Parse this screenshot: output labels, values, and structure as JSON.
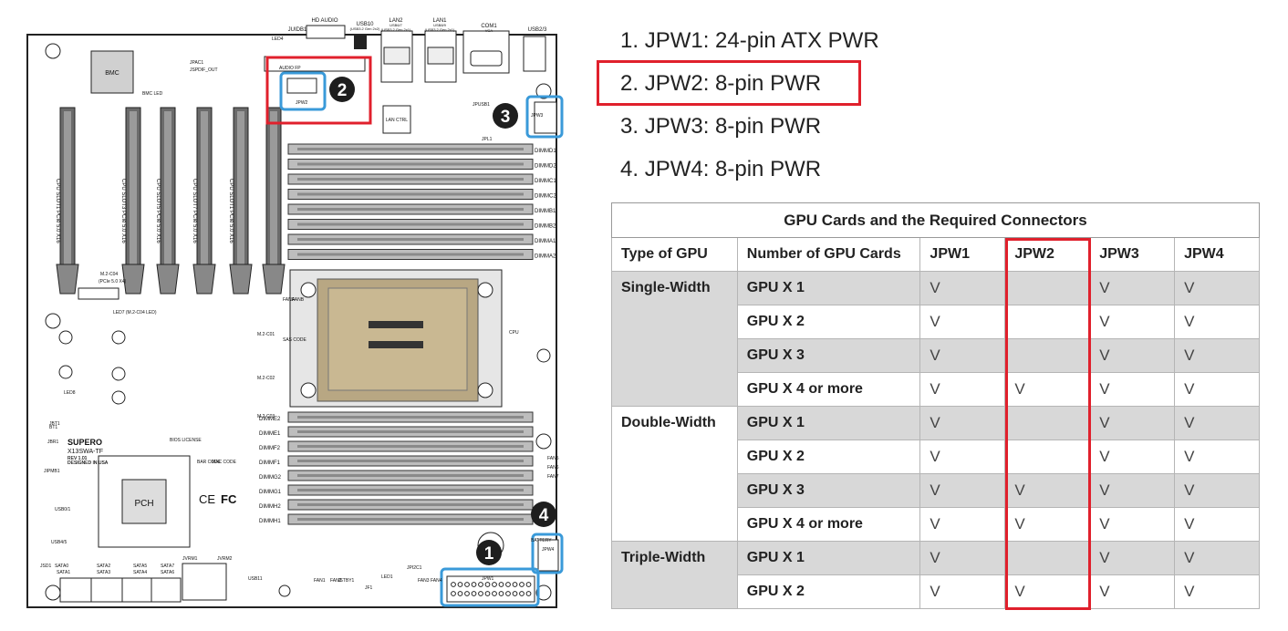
{
  "connectors": [
    {
      "num": "1.",
      "label": "JPW1: 24-pin ATX PWR"
    },
    {
      "num": "2.",
      "label": "JPW2: 8-pin PWR"
    },
    {
      "num": "3.",
      "label": "JPW3: 8-pin PWR"
    },
    {
      "num": "4.",
      "label": "JPW4: 8-pin PWR"
    }
  ],
  "table": {
    "title": "GPU Cards and the Required Connectors",
    "headers": [
      "Type of GPU",
      "Number of GPU Cards",
      "JPW1",
      "JPW2",
      "JPW3",
      "JPW4"
    ],
    "groups": [
      {
        "type": "Single-Width",
        "rows": [
          {
            "cards": "GPU X 1",
            "jpw1": "V",
            "jpw2": "",
            "jpw3": "V",
            "jpw4": "V"
          },
          {
            "cards": "GPU X 2",
            "jpw1": "V",
            "jpw2": "",
            "jpw3": "V",
            "jpw4": "V"
          },
          {
            "cards": "GPU X 3",
            "jpw1": "V",
            "jpw2": "",
            "jpw3": "V",
            "jpw4": "V"
          },
          {
            "cards": "GPU X 4 or more",
            "jpw1": "V",
            "jpw2": "V",
            "jpw3": "V",
            "jpw4": "V"
          }
        ]
      },
      {
        "type": "Double-Width",
        "rows": [
          {
            "cards": "GPU X 1",
            "jpw1": "V",
            "jpw2": "",
            "jpw3": "V",
            "jpw4": "V"
          },
          {
            "cards": "GPU X 2",
            "jpw1": "V",
            "jpw2": "",
            "jpw3": "V",
            "jpw4": "V"
          },
          {
            "cards": "GPU X 3",
            "jpw1": "V",
            "jpw2": "V",
            "jpw3": "V",
            "jpw4": "V"
          },
          {
            "cards": "GPU X 4 or more",
            "jpw1": "V",
            "jpw2": "V",
            "jpw3": "V",
            "jpw4": "V"
          }
        ]
      },
      {
        "type": "Triple-Width",
        "rows": [
          {
            "cards": "GPU X 1",
            "jpw1": "V",
            "jpw2": "",
            "jpw3": "V",
            "jpw4": "V"
          },
          {
            "cards": "GPU X 2",
            "jpw1": "V",
            "jpw2": "V",
            "jpw3": "V",
            "jpw4": "V"
          }
        ]
      }
    ]
  },
  "board": {
    "callouts": [
      "1",
      "2",
      "3",
      "4"
    ],
    "top_ports": [
      "JUIDB1",
      "HD AUDIO",
      "USB10",
      "LAN2",
      "LAN1",
      "COM1",
      "USB2/3"
    ],
    "top_port_subs": [
      "(USB3.2 Gen 2x2)",
      "USB6/7",
      "USB8/9",
      "VGA",
      "(USB3.2 Gen 2x1)",
      "(USB3.2 Gen 2x1)"
    ],
    "chips": [
      "BMC",
      "PCH",
      "LAN CTRL"
    ],
    "pcie_slots": [
      "CPU SLOT1 PCIe 5.0 X16",
      "CPU SLOT3 PCIe 5.0 X16",
      "CPU SLOT5 PCIe 5.0 X16",
      "CPU SLOT7 PCIe 5.0 X16"
    ],
    "dimms_top": [
      "DIMMD1",
      "DIMMD2",
      "DIMMC1",
      "DIMMC2",
      "DIMMB1",
      "DIMMB2",
      "DIMMA1",
      "DIMMA2"
    ],
    "dimms_left": [
      "DIMME2",
      "DIMME1",
      "DIMMF2",
      "DIMMF1",
      "DIMMG2",
      "DIMMG1",
      "DIMMH2",
      "DIMMH1"
    ],
    "power_labels": [
      "JPW1",
      "JPW2",
      "JPW3",
      "JPW4"
    ],
    "misc_labels": [
      "JPAC1",
      "JSPDIF_OUT",
      "BMC LED",
      "AUDIO FP",
      "LED4",
      "JPUSB1",
      "JPL1",
      "FAN5",
      "FAN6",
      "FAN7",
      "CPU",
      "M.2-C04",
      "(PCIe 5.0 X4)",
      "LED7 (M.2-C04 LED)",
      "LED8",
      "JBT1",
      "JBR1",
      "JIPMB1",
      "USB0/1",
      "USB4/5",
      "SATA0",
      "SATA1",
      "SATA2",
      "SATA3",
      "SATA5",
      "SATA4",
      "SATA7",
      "SATA6",
      "JSD1",
      "USB11",
      "FAN1",
      "FAN2",
      "JSTBY1",
      "JF1",
      "LED1",
      "FAN3",
      "FAN4",
      "JPI2C1",
      "BATTERY",
      "BIOS LICENSE",
      "BAR CODE",
      "MAC CODE",
      "SAS CODE",
      "FANA",
      "FANB",
      "M.2-C01",
      "M.2-C02",
      "M.2-C03",
      "REV 1.01",
      "DESIGNED IN USA",
      "JVRM1",
      "JVRM2",
      "BT1"
    ],
    "brand": "SUPERO",
    "model": "X13SWA-TF",
    "rev": "REV 1.01",
    "designed": "DESIGNED IN USA",
    "ce": "CE",
    "fc": "FC"
  },
  "colors": {
    "highlight_red": "#e0202c",
    "highlight_blue": "#3a9ad9",
    "callout_fill": "#1e1e1e",
    "row_shade": "#d8d8d8"
  }
}
